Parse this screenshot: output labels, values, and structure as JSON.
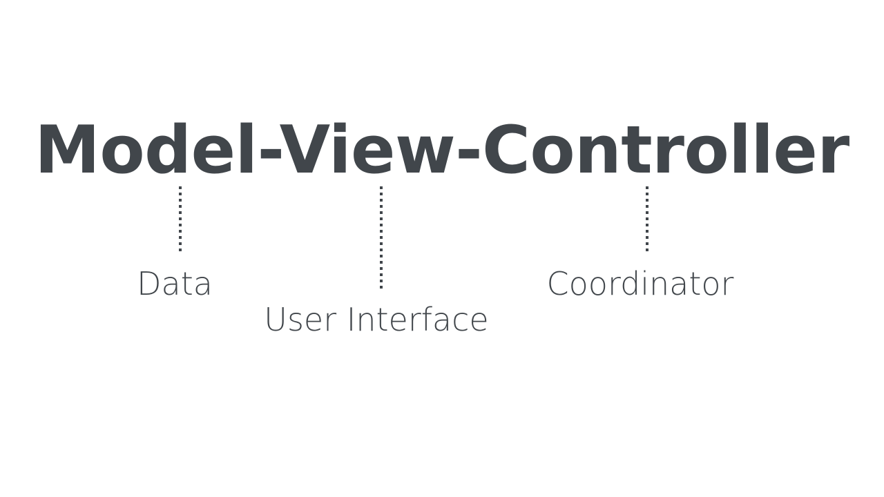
{
  "slide": {
    "background_color": "#ffffff",
    "text_color": "#41464b",
    "title": "Model-View-Controller",
    "title_parts": [
      "Model",
      "View",
      "Controller"
    ],
    "annotations": [
      {
        "term": "Model",
        "label": "Data",
        "connector": "dotted-vertical-line"
      },
      {
        "term": "View",
        "label": "User Interface",
        "connector": "dotted-vertical-line"
      },
      {
        "term": "Controller",
        "label": "Coordinator",
        "connector": "dotted-vertical-line"
      }
    ]
  }
}
